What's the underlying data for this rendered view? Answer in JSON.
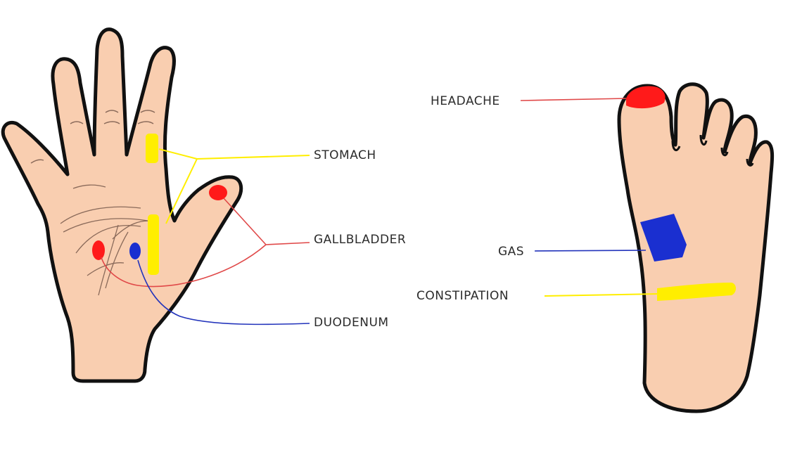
{
  "hand": {
    "points": [
      {
        "label": "STOMACH",
        "color": "#ffee00"
      },
      {
        "label": "GALLBLADDER",
        "color": "#ff1a1a"
      },
      {
        "label": "DUODENUM",
        "color": "#1a2fd0"
      }
    ]
  },
  "foot": {
    "points": [
      {
        "label": "HEADACHE",
        "color": "#ff1a1a"
      },
      {
        "label": "GAS",
        "color": "#1a2fd0"
      },
      {
        "label": "CONSTIPATION",
        "color": "#ffee00"
      }
    ]
  },
  "colors": {
    "skin": "#f9ceb0",
    "outline": "#111111",
    "palm_lines": "#8a6a5a"
  }
}
